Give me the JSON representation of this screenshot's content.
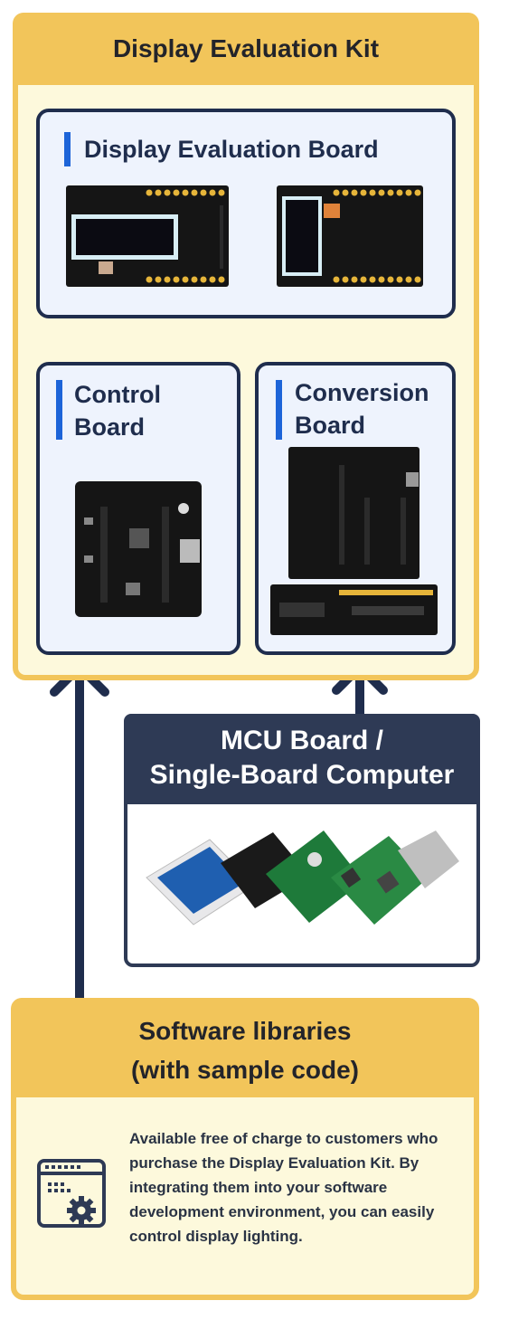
{
  "kit": {
    "title": "Display Evaluation Kit"
  },
  "display_board": {
    "title": "Display Evaluation Board"
  },
  "control_board": {
    "title_line1": "Control",
    "title_line2": "Board"
  },
  "conversion_board": {
    "title_line1": "Conversion",
    "title_line2": "Board"
  },
  "mcu": {
    "title_line1": "MCU Board /",
    "title_line2": "Single-Board Computer"
  },
  "software": {
    "title_line1": "Software libraries",
    "title_line2": "(with sample code)",
    "description": "Available free of charge to customers who purchase the Display Evaluation Kit. By integrating them into your software development environment, you can easily control display lighting."
  },
  "colors": {
    "accent_yellow": "#f2c55a",
    "navy": "#1f2d4d",
    "blue_bar": "#1d64d8",
    "card_bg": "#eef3fd",
    "kit_bg": "#fdf9dc"
  }
}
